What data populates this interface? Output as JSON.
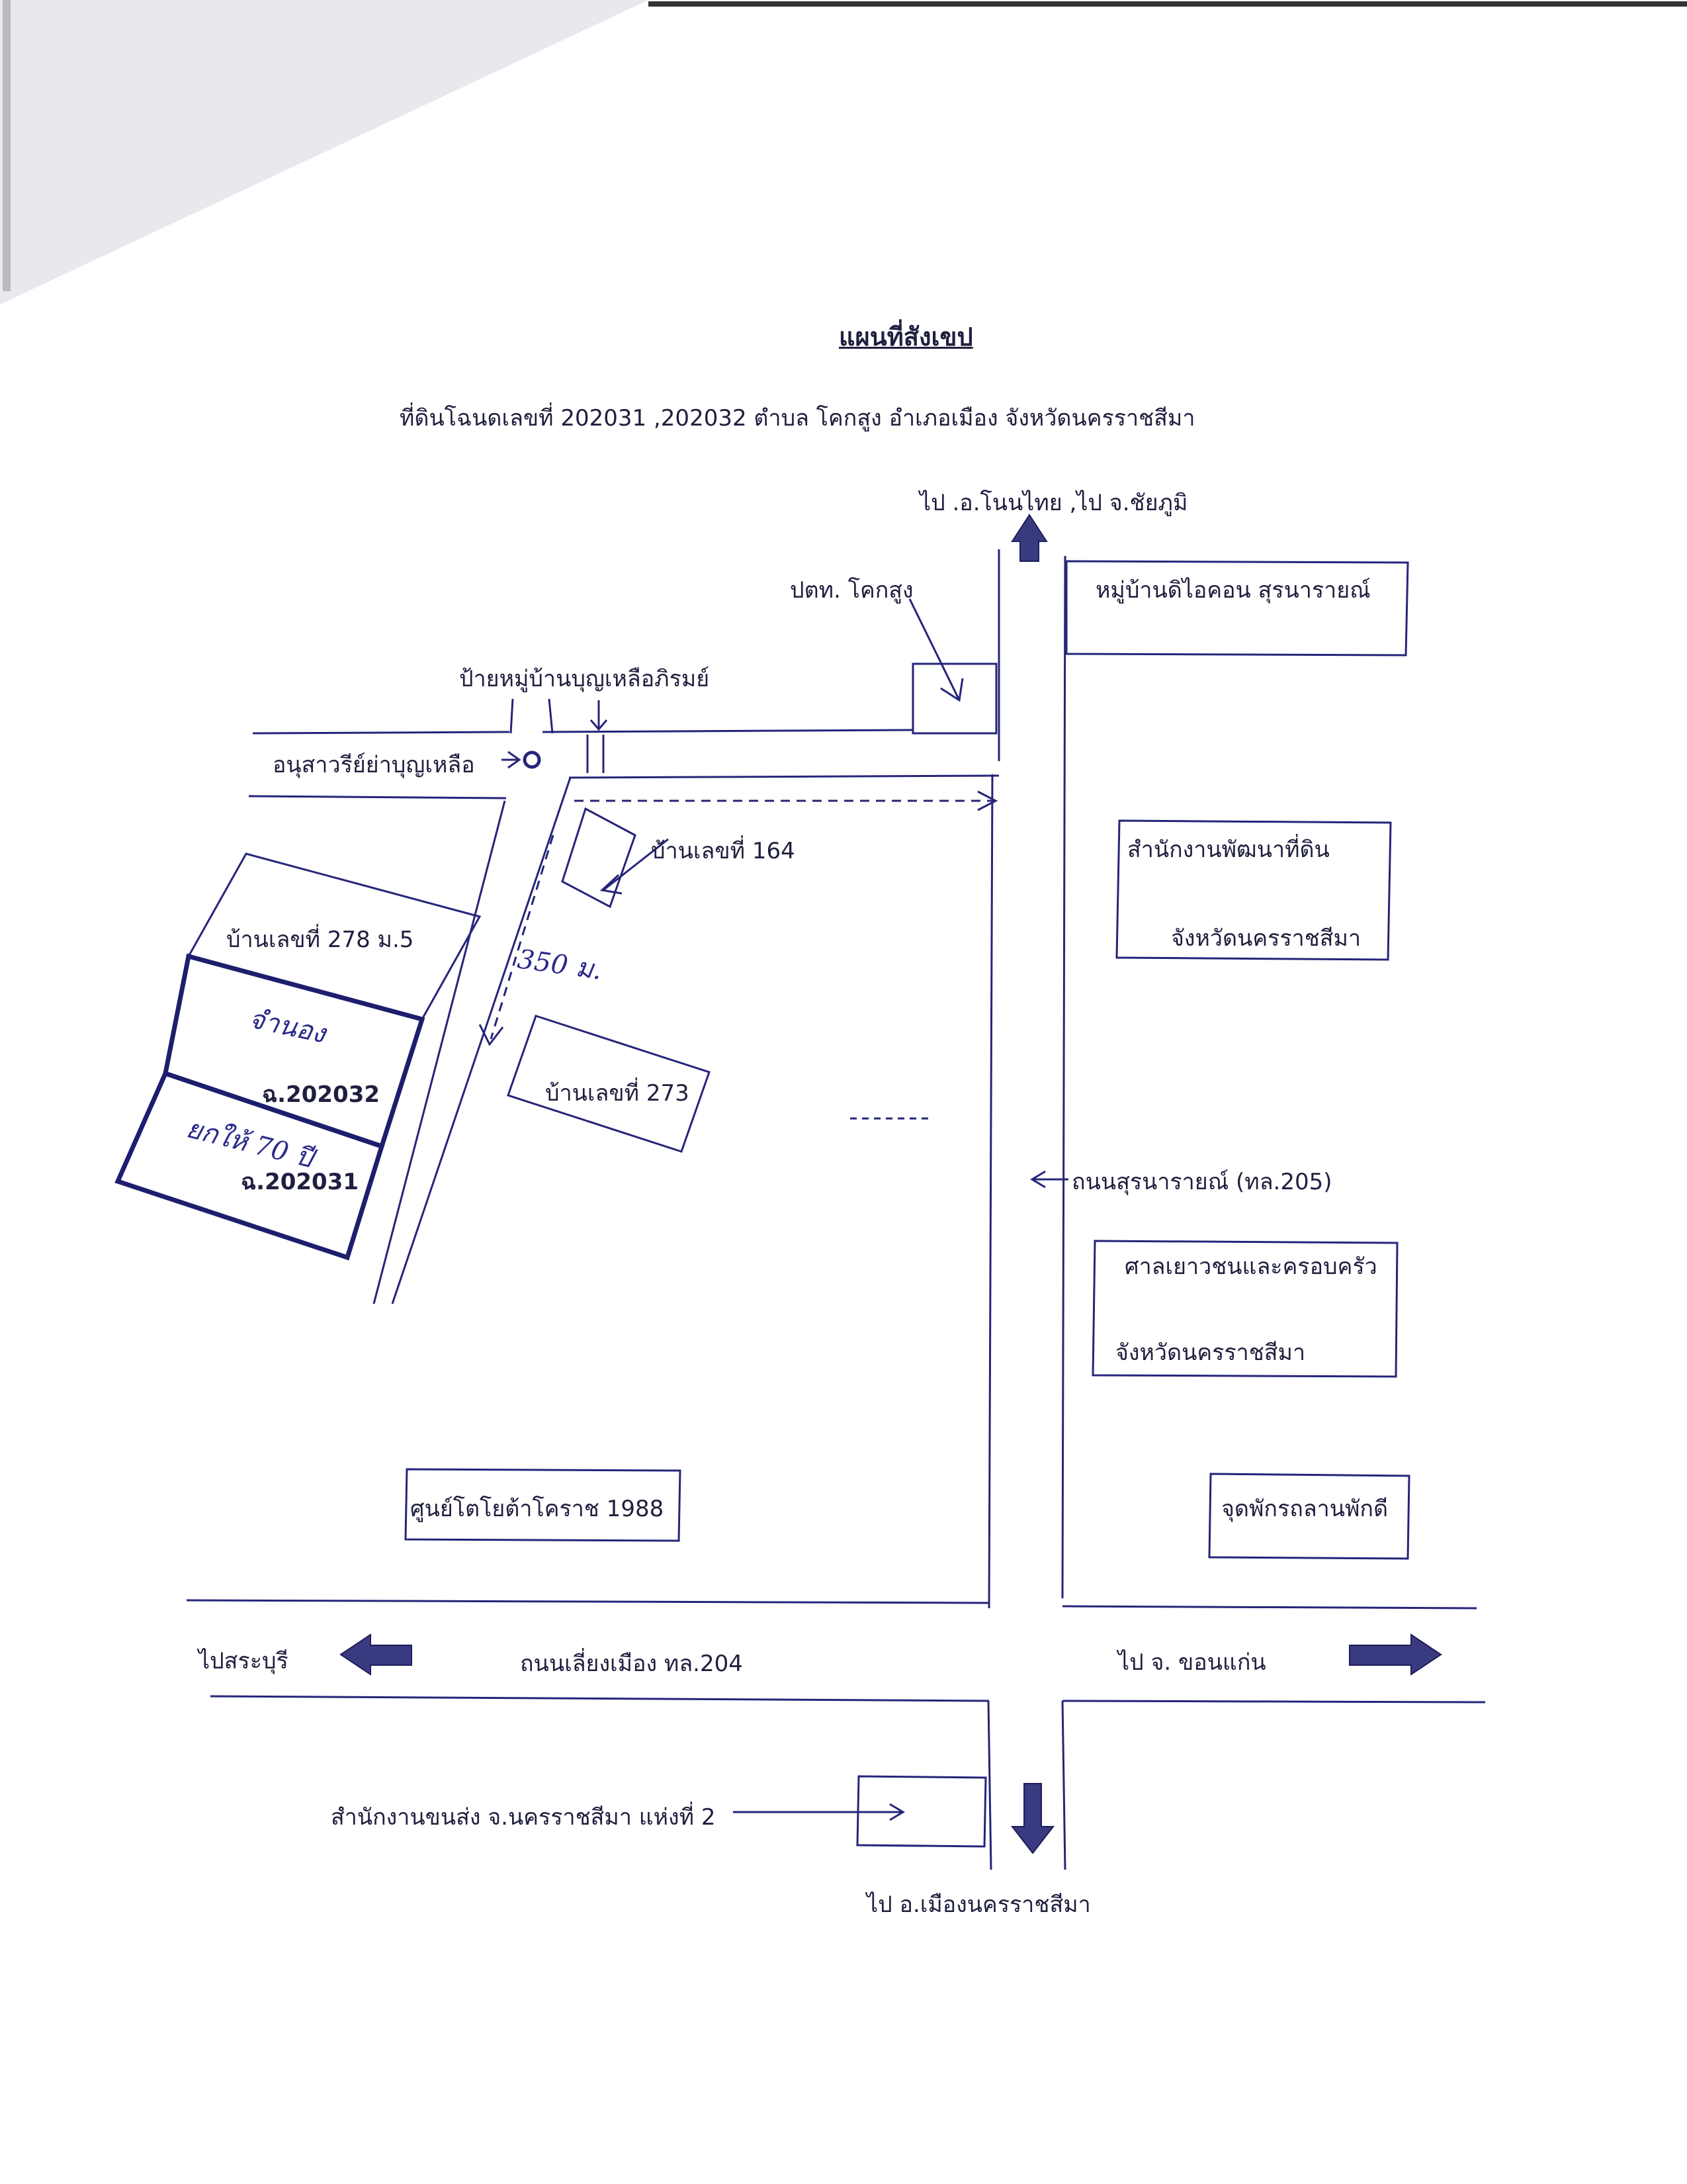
{
  "title": "แผนที่สังเขป",
  "subtitle": "ที่ดินโฉนดเลขที่ 202031 ,202032 ตำบล โคกสูง อำเภอเมือง จังหวัดนครราชสีมา",
  "labels": {
    "to_nonthai": "ไป .อ.โนนไทย ,ไป จ.ชัยภูมิ",
    "ptt": "ปตท. โคกสูง",
    "diacon": "หมู่บ้านดิไอคอน สุรนารายณ์",
    "village_sign": "ป้ายหมู่บ้านบุญเหลือภิรมย์",
    "monument": "อนุสาวรีย์ย่าบุญเหลือ",
    "house_164": "บ้านเลขที่ 164",
    "land_office_1": "สำนักงานพัฒนาที่ดิน",
    "land_office_2": "จังหวัดนครราชสีมา",
    "house_278": "บ้านเลขที่ 278 ม.5",
    "distance": "350 ม.",
    "deed_202032": "ฉ.202032",
    "deed_202031": "ฉ.202031",
    "house_273": "บ้านเลขที่ 273",
    "surinarai_rd": "ถนนสุรนารายณ์ (ทล.205)",
    "court_1": "ศาลเยาวชนและครอบครัว",
    "court_2": "จังหวัดนครราชสีมา",
    "toyota": "ศูนย์โตโยต้าโคราช 1988",
    "rest_stop": "จุดพักรถลานพักดี",
    "to_saraburi": "ไปสระบุรี",
    "bypass_rd": "ถนนเลี่ยงเมือง ทล.204",
    "to_khonkaen": "ไป จ. ขอนแก่น",
    "transport_office": "สำนักงานขนส่ง จ.นครราชสีมา แห่งที่ 2",
    "to_muang": "ไป อ.เมืองนครราชสีมา"
  },
  "annotations": {
    "handwritten_1": "จำนอง",
    "handwritten_2": "ยกให้ 70 ปี"
  },
  "colors": {
    "ink": "#25257a",
    "text": "#1f1f3f",
    "paper": "#ffffff",
    "fold": "#e6e6ec"
  }
}
